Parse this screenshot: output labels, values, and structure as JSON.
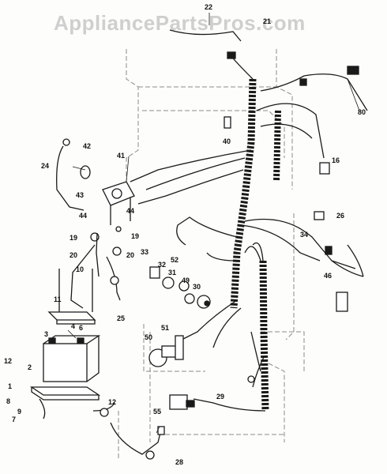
{
  "watermark": "AppliancePartsPros.com",
  "callouts": {
    "p1": "1",
    "p2": "2",
    "p3": "3",
    "p4": "4",
    "p6": "6",
    "p7": "7",
    "p8": "8",
    "p9": "9",
    "p10": "10",
    "p11": "11",
    "p12a": "12",
    "p12b": "12",
    "p16": "16",
    "p19a": "19",
    "p19b": "19",
    "p20a": "20",
    "p20b": "20",
    "p21": "21",
    "p22": "22",
    "p24": "24",
    "p25": "25",
    "p26": "26",
    "p28": "28",
    "p29": "29",
    "p30": "30",
    "p31": "31",
    "p32": "32",
    "p33": "33",
    "p34": "34",
    "p40": "40",
    "p41": "41",
    "p42": "42",
    "p43": "43",
    "p44a": "44",
    "p44b": "44",
    "p46": "46",
    "p49": "49",
    "p50": "50",
    "p51": "51",
    "p52": "52",
    "p55": "55",
    "p80": "80"
  },
  "colors": {
    "ink": "#1a1a1a",
    "frame": "#8a8a8a",
    "watermark": "#cfcfcf"
  }
}
